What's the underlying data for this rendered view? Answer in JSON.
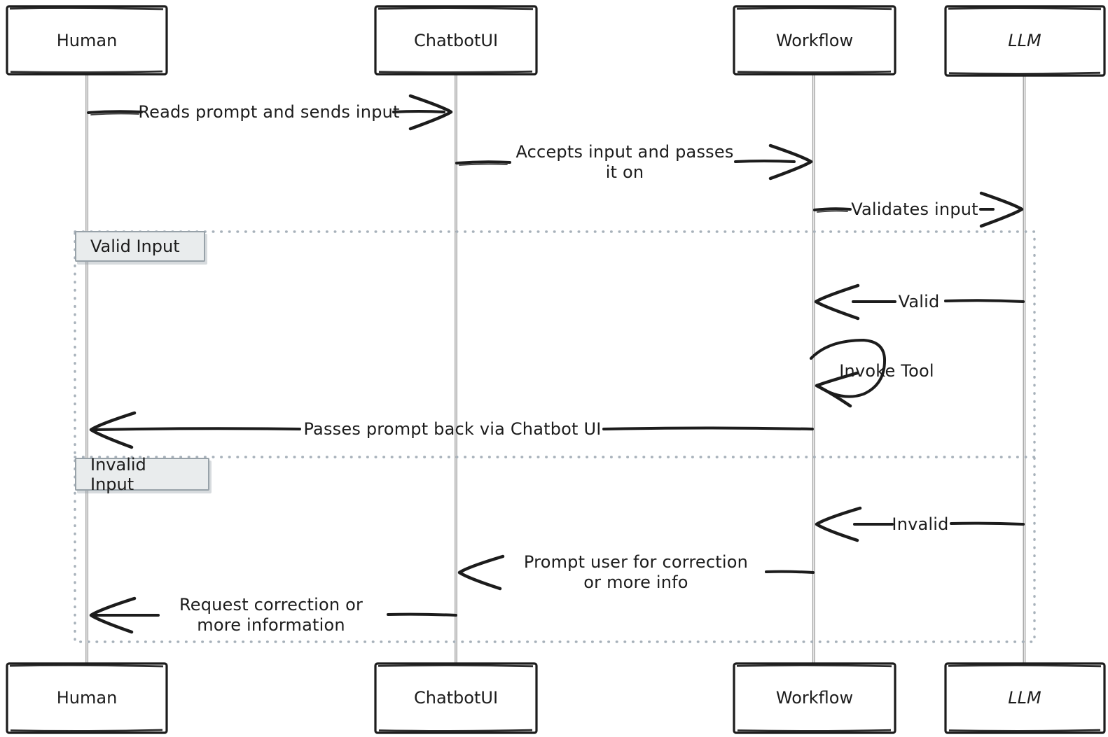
{
  "diagram": {
    "type": "sequence-diagram",
    "style": {
      "background": "#ffffff",
      "ink": "#1c1c1c",
      "lifeline_color": "#9a9a9a",
      "frame_dot_color": "#a7b1ba",
      "frame_label_fill": "#e9eced",
      "frame_label_border": "#98a2a9"
    },
    "actors": [
      {
        "label": "Human"
      },
      {
        "label": "ChatbotUI"
      },
      {
        "label": "Workflow"
      },
      {
        "label": "LLM"
      }
    ],
    "frames": {
      "valid": {
        "label": "Valid Input"
      },
      "invalid": {
        "label": "Invalid Input"
      }
    },
    "messages": [
      {
        "from": "Human",
        "to": "ChatbotUI",
        "label": "Reads prompt and sends input"
      },
      {
        "from": "ChatbotUI",
        "to": "Workflow",
        "label": "Accepts input and passes it on"
      },
      {
        "from": "Workflow",
        "to": "LLM",
        "label": "Validates input"
      },
      {
        "from": "LLM",
        "to": "Workflow",
        "label": "Valid"
      },
      {
        "from": "Workflow",
        "to": "Workflow",
        "label": "Invoke Tool"
      },
      {
        "from": "Workflow",
        "to": "Human",
        "label": "Passes prompt back via Chatbot UI"
      },
      {
        "from": "LLM",
        "to": "Workflow",
        "label": "Invalid"
      },
      {
        "from": "Workflow",
        "to": "ChatbotUI",
        "label": "Prompt user for correction or more info"
      },
      {
        "from": "ChatbotUI",
        "to": "Human",
        "label": "Request correction or more information"
      }
    ]
  }
}
